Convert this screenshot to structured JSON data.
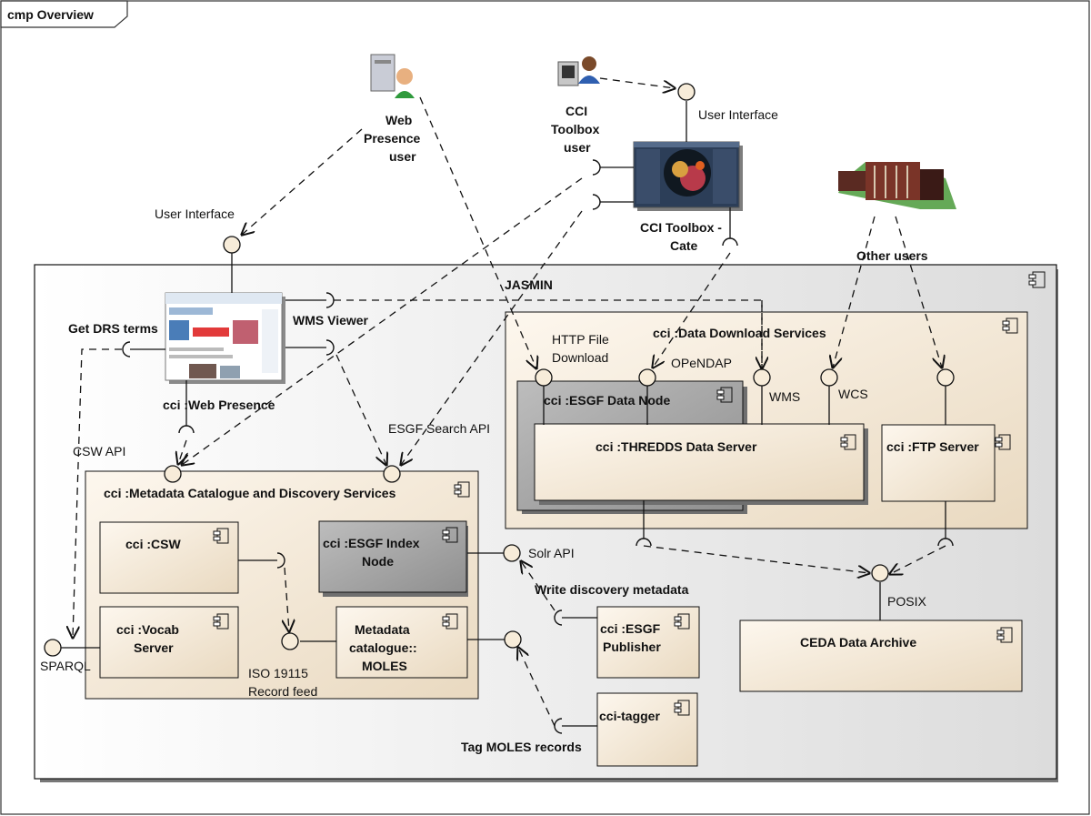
{
  "frame": {
    "title": "cmp Overview"
  },
  "actors": {
    "web_user": "Web\nPresence\nuser",
    "toolbox_user": "CCI\nToolbox\nuser",
    "other_users": "Other users"
  },
  "components": {
    "jasmin": "JASMIN",
    "data_download": "cci :Data Download Services",
    "esgf_data_node": "cci :ESGF Data Node",
    "thredds": "cci :THREDDS Data Server",
    "ftp": "cci :FTP Server",
    "metadata_catalogue": "cci :Metadata Catalogue and Discovery Services",
    "csw": "cci :CSW",
    "esgf_index": "cci :ESGF Index\nNode",
    "vocab": "cci :Vocab\nServer",
    "moles": "Metadata\ncatalogue::\nMOLES",
    "esgf_publisher": "cci :ESGF\nPublisher",
    "tagger": "cci-tagger",
    "ceda_archive": "CEDA Data Archive",
    "web_presence": "cci :Web Presence",
    "toolbox": "CCI Toolbox -\nCate"
  },
  "interfaces": {
    "user_interface_left": "User Interface",
    "user_interface_right": "User Interface",
    "get_drs_terms": "Get DRS terms",
    "wms_viewer": "WMS Viewer",
    "csw_api": "CSW API",
    "esgf_search_api": "ESGF Search API",
    "http_file_download": "HTTP File\nDownload",
    "opendap": "OPeNDAP",
    "wms": "WMS",
    "wcs": "WCS",
    "solr_api": "Solr API",
    "write_discovery": "Write discovery metadata",
    "sparql": "SPARQL",
    "iso_feed": "ISO 19115\nRecord feed",
    "tag_moles": "Tag MOLES records",
    "posix": "POSIX"
  },
  "colors": {
    "component_fill_light": "#fbf3e6",
    "component_fill_dark": "#e8d8bf",
    "grey_component": "#a7a7a7",
    "jasmin_fill": "#f2f2f2",
    "stroke": "#111111"
  }
}
